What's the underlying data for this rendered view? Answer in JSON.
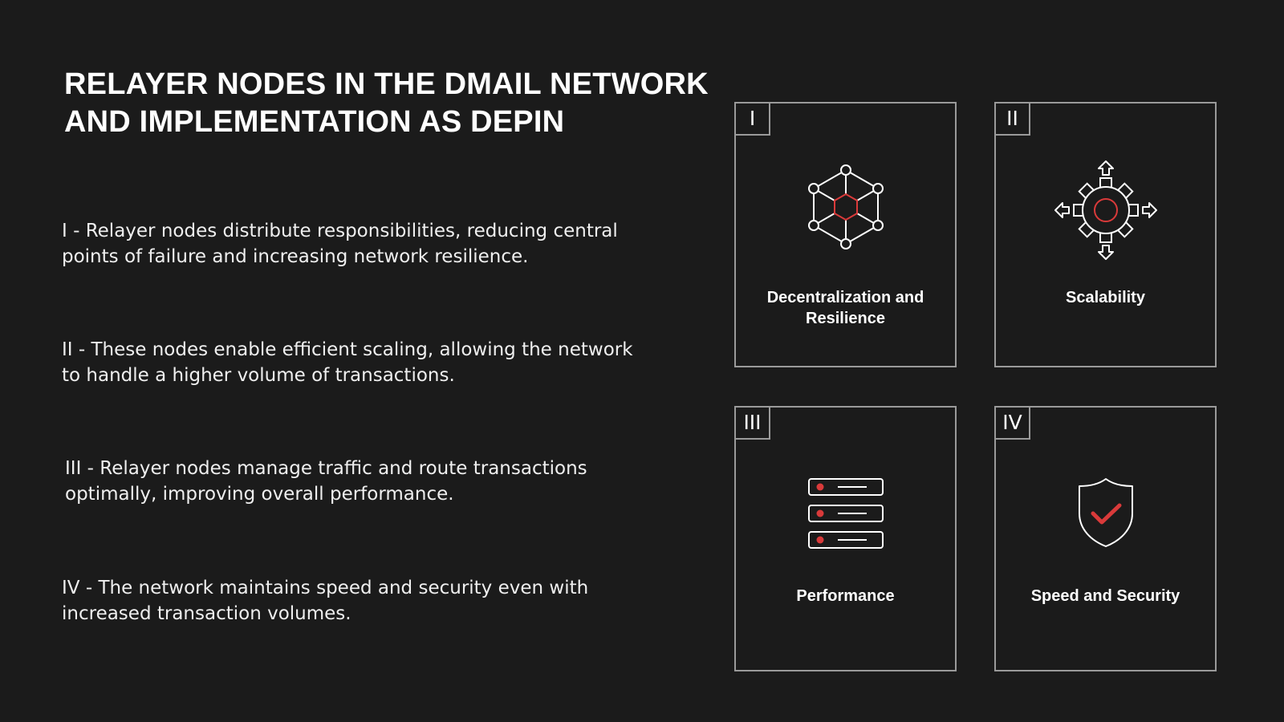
{
  "title": {
    "line1": "RELAYER NODES IN THE DMAIL NETWORK",
    "line2": "AND IMPLEMENTATION AS DEPIN"
  },
  "points": [
    {
      "line1": "I - Relayer nodes distribute responsibilities, reducing central",
      "line2": "points of failure and increasing network resilience."
    },
    {
      "line1": "II - These nodes enable efficient scaling, allowing the network",
      "line2": "to handle a higher volume of transactions."
    },
    {
      "line1": "III - Relayer nodes manage traffic and route transactions",
      "line2": "optimally, improving overall performance."
    },
    {
      "line1": "IV - The network maintains speed and security even with",
      "line2": "increased transaction volumes."
    }
  ],
  "cards": [
    {
      "numeral": "I",
      "label_line1": "Decentralization and",
      "label_line2": "Resilience",
      "icon": "network-hexagon-icon"
    },
    {
      "numeral": "II",
      "label_line1": "Scalability",
      "label_line2": "",
      "icon": "gear-arrows-icon"
    },
    {
      "numeral": "III",
      "label_line1": "Performance",
      "label_line2": "",
      "icon": "server-stack-icon"
    },
    {
      "numeral": "IV",
      "label_line1": "Speed and Security",
      "label_line2": "",
      "icon": "shield-check-icon"
    }
  ],
  "colors": {
    "background": "#1b1b1b",
    "accent": "#d93a3a",
    "border": "#9a9a9a",
    "text": "#ffffff"
  }
}
